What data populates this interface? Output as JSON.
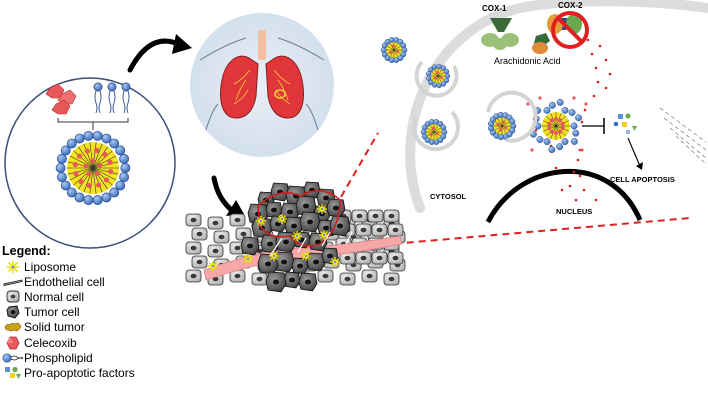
{
  "labels": {
    "cox1": "COX-1",
    "cox2": "COX-2",
    "arachidonic": "Arachidonic Acid",
    "cytosol": "CYTOSOL",
    "nucleus": "NUCLEUS",
    "apoptosis": "CELL APOPTOSIS"
  },
  "legend": {
    "title": "Legend:",
    "items": [
      {
        "icon": "liposome-icon",
        "label": "Liposome"
      },
      {
        "icon": "endothelial-cell-icon",
        "label": "Endothelial cell"
      },
      {
        "icon": "normal-cell-icon",
        "label": "Normal cell"
      },
      {
        "icon": "tumor-cell-icon",
        "label": "Tumor cell"
      },
      {
        "icon": "solid-tumor-icon",
        "label": "Solid tumor"
      },
      {
        "icon": "celecoxib-icon",
        "label": "Celecoxib"
      },
      {
        "icon": "phospholipid-icon",
        "label": "Phospholipid"
      },
      {
        "icon": "pro-apoptotic-factors-icon",
        "label": "Pro-apoptotic factors"
      }
    ]
  },
  "colors": {
    "phospholipid": "#5b8fd6",
    "celecoxib": "#e8585a",
    "liposome_core": "#f2e21f",
    "blood_vessel": "#f7a7a7",
    "lung": "#e0363a",
    "cell_membrane": "#d9d9d9",
    "dashed_line": "#e02020"
  }
}
